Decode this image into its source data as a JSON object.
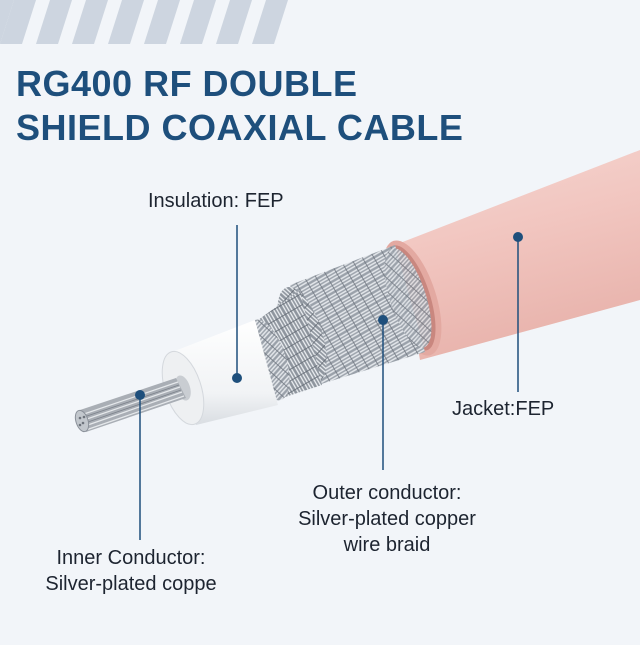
{
  "title": {
    "line1": "RG400 RF DOUBLE",
    "line2": "SHIELD COAXIAL CABLE"
  },
  "labels": {
    "insulation": "Insulation: FEP",
    "jacket": "Jacket:FEP",
    "outer_line1": "Outer conductor:",
    "outer_line2": "Silver-plated copper",
    "outer_line3": "wire braid",
    "inner_line1": "Inner Conductor:",
    "inner_line2": "Silver-plated coppe"
  },
  "colors": {
    "title": "#1e4f7c",
    "pointer": "#1e4f7c",
    "jacket": "#f2c9c3",
    "jacket_dark": "#d9a29b",
    "insulation": "#ffffff",
    "braid": "#b8bdc4",
    "stripes": "#cdd5e0"
  }
}
